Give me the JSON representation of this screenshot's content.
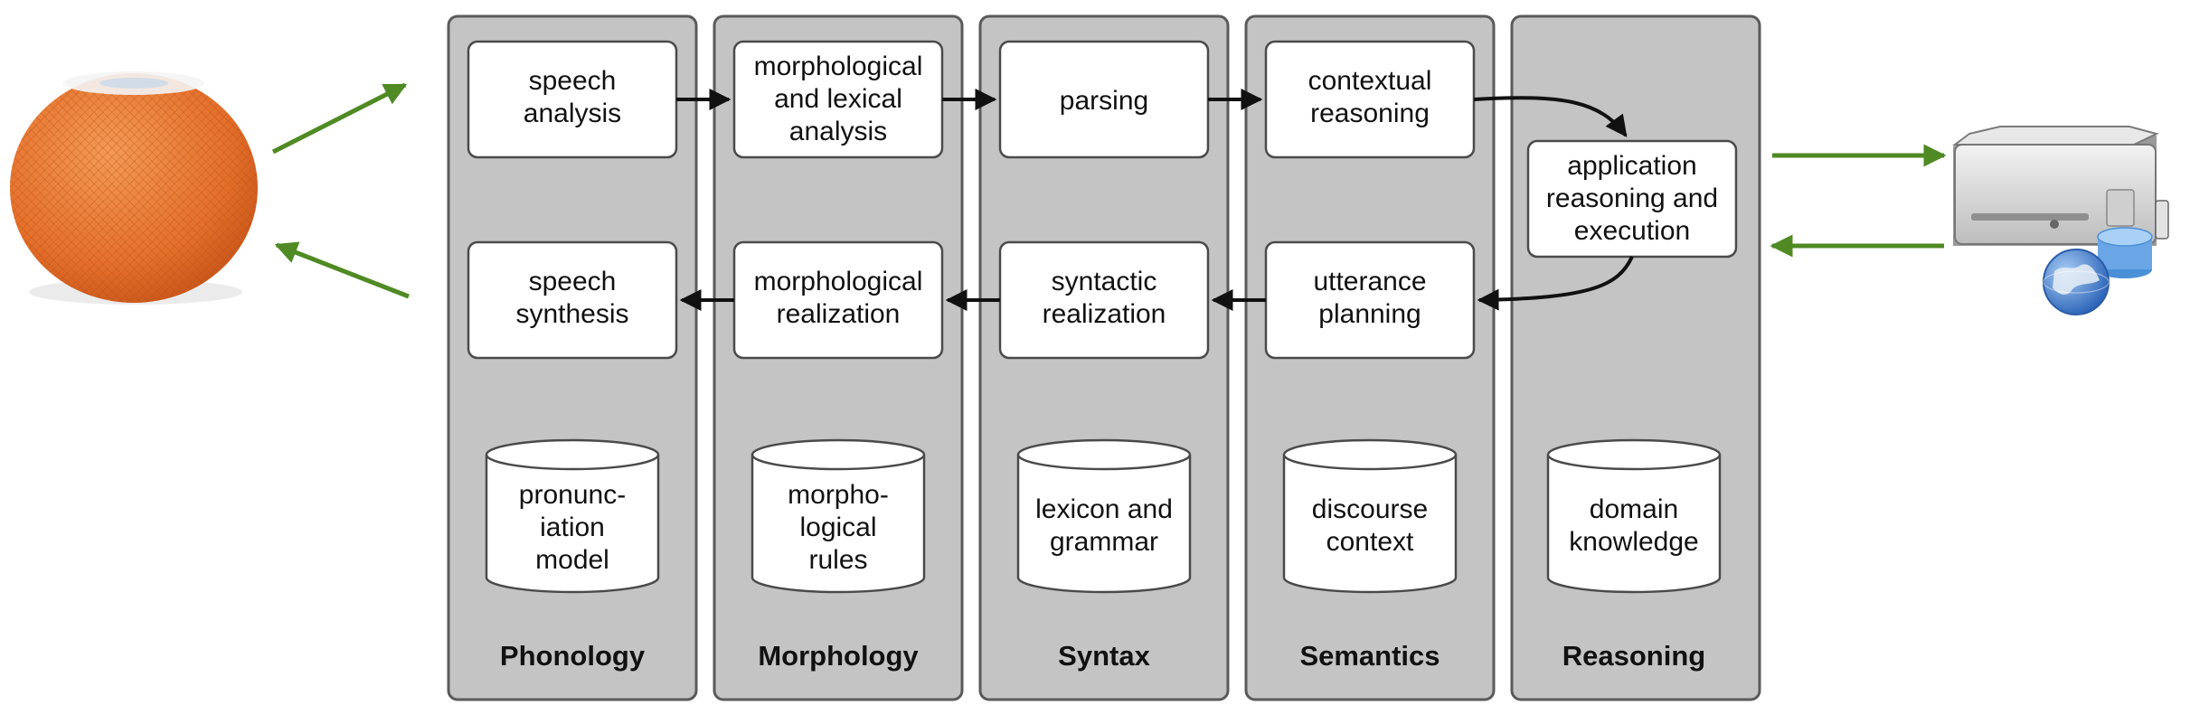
{
  "colors": {
    "column_fill": "#c4c4c4",
    "box_fill": "#ffffff",
    "arrow": "#111111",
    "io_arrow": "#4f8a24",
    "speaker": "#e8742e",
    "server": "#d9d9d9"
  },
  "columns": [
    {
      "id": "phonology",
      "title": "Phonology",
      "top_box": [
        "speech",
        "analysis"
      ],
      "bottom_box": [
        "speech",
        "synthesis"
      ],
      "store": [
        "pronunc-",
        "iation",
        "model"
      ]
    },
    {
      "id": "morphology",
      "title": "Morphology",
      "top_box": [
        "morphological",
        "and lexical",
        "analysis"
      ],
      "bottom_box": [
        "morphological",
        "realization"
      ],
      "store": [
        "morpho-",
        "logical",
        "rules"
      ]
    },
    {
      "id": "syntax",
      "title": "Syntax",
      "top_box": [
        "parsing"
      ],
      "bottom_box": [
        "syntactic",
        "realization"
      ],
      "store": [
        "lexicon and",
        "grammar"
      ]
    },
    {
      "id": "semantics",
      "title": "Semantics",
      "top_box": [
        "contextual",
        "reasoning"
      ],
      "bottom_box": [
        "utterance",
        "planning"
      ],
      "store": [
        "discourse",
        "context"
      ]
    },
    {
      "id": "reasoning",
      "title": "Reasoning",
      "middle_box": [
        "application",
        "reasoning and",
        "execution"
      ],
      "store": [
        "domain",
        "knowledge"
      ]
    }
  ],
  "icons": {
    "left": "smart-speaker-icon",
    "right": "server-database-icon"
  }
}
